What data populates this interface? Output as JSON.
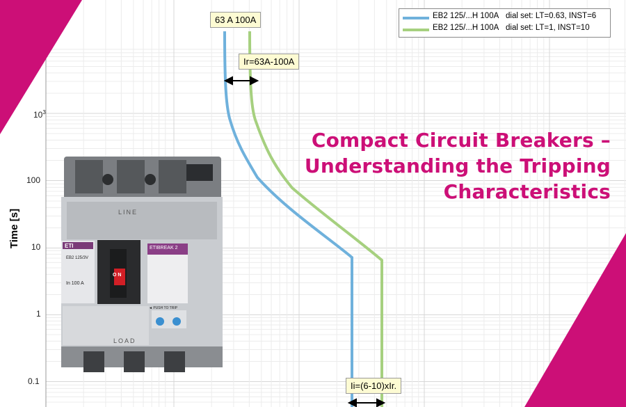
{
  "title": {
    "line1": "Compact Circuit Breakers –",
    "line2": "Understanding the Tripping",
    "line3": "Characteristics"
  },
  "axis": {
    "ylabel": "Time [s]",
    "yticks": [
      "10",
      "100",
      "10",
      "1",
      "0.1"
    ],
    "ytick_sup": "3"
  },
  "annotations": {
    "current_range": "63 A    100A",
    "ir_range": "Ir=63A-100A",
    "ii_range": "Ii=(6-10)xIr."
  },
  "legend": [
    {
      "label": "EB2 125/...H 100A",
      "detail": "dial set:  LT=0.63, INST=6",
      "color": "#6fb1dc"
    },
    {
      "label": "EB2 125/...H 100A",
      "detail": "dial set:  LT=1, INST=10",
      "color": "#a6d07f"
    }
  ],
  "product": {
    "brand": "ETI",
    "model": "EB2 125/3V",
    "line_label": "LINE",
    "load_label": "LOAD",
    "breaker_label": "ETIBREAK 2",
    "handle_text": "O N",
    "current_rating": "In 100 A",
    "trip_text": "◄ PUSH TO TRIP"
  },
  "colors": {
    "accent": "#cc0f77",
    "curve_blue": "#6fb1dc",
    "curve_green": "#a6d07f",
    "annotation_bg": "#fdfbd3"
  }
}
